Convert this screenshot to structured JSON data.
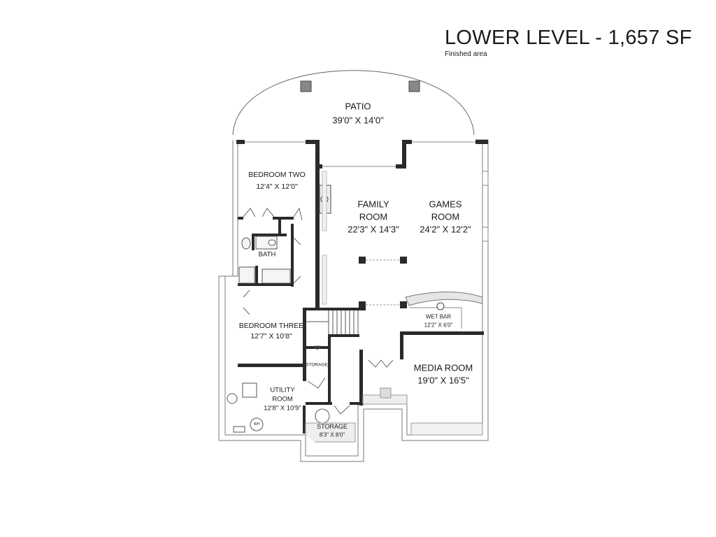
{
  "header": {
    "title": "LOWER LEVEL  - 1,657 SF",
    "subtitle": "Finished area"
  },
  "rooms": {
    "patio": {
      "name": "PATIO",
      "size": "39'0\" X 14'0\""
    },
    "bedroom_two": {
      "name": "BEDROOM TWO",
      "size": "12'4\" X 12'0\""
    },
    "family_room": {
      "name_line1": "FAMILY",
      "name_line2": "ROOM",
      "size": "22'3\" X 14'3\""
    },
    "games_room": {
      "name_line1": "GAMES",
      "name_line2": "ROOM",
      "size": "24'2\" X 12'2\""
    },
    "bath": {
      "name": "BATH"
    },
    "wet_bar": {
      "name": "WET BAR",
      "size": "12'2\" X 6'0\""
    },
    "bedroom_three": {
      "name": "BEDROOM THREE",
      "size": "12'7\" X 10'8\""
    },
    "storage_small": {
      "name": "STORAGE"
    },
    "media_room": {
      "name": "MEDIA ROOM",
      "size": "19'0\" X 16'5\""
    },
    "utility_room": {
      "name_line1": "UTILITY",
      "name_line2": "ROOM",
      "size": "12'8\" X 10'9\""
    },
    "storage": {
      "name": "STORAGE",
      "size": "8'3\" X 8'0\""
    },
    "water_heater": {
      "label": "WH"
    }
  },
  "colors": {
    "wall": "#2a2a2a",
    "fixture": "#d9d9d9",
    "line": "#777777"
  }
}
